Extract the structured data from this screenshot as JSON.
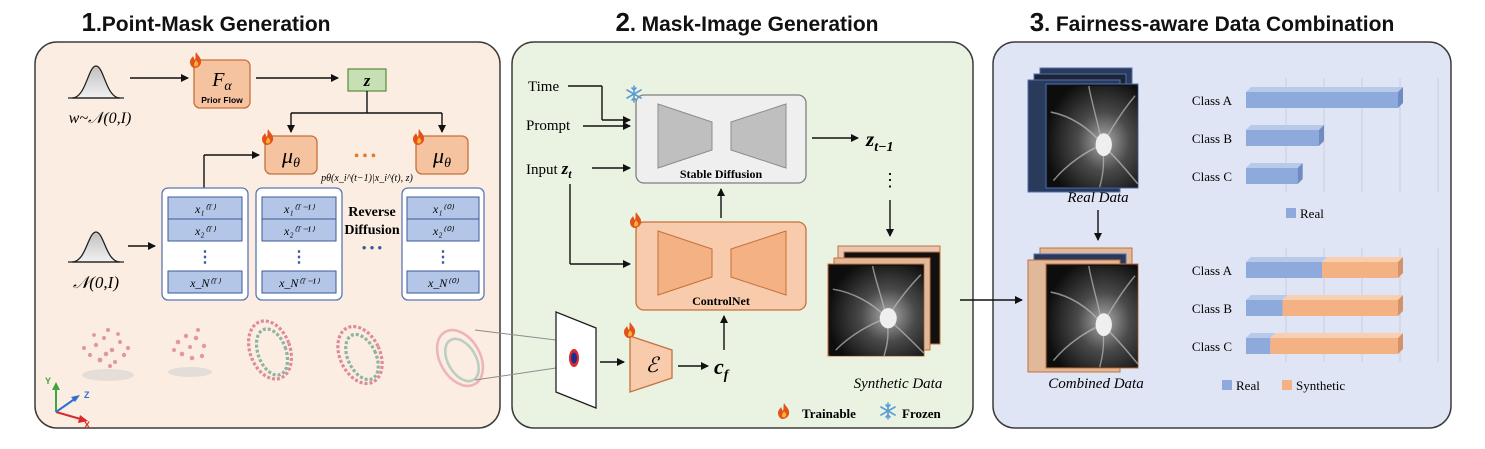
{
  "sections": [
    {
      "num": "1",
      "title": ".Point-Mask Generation"
    },
    {
      "num": "2",
      "title": ". Mask-Image Generation"
    },
    {
      "num": "3",
      "title": ". Fairness-aware Data Combination"
    }
  ],
  "panel1": {
    "w_dist": "w~𝒩(0,I)",
    "n_dist": "𝒩(0,I)",
    "flow_symbol": "F",
    "flow_sub": "α",
    "flow_caption": "Prior Flow",
    "z_label": "z",
    "mu_symbol": "μ",
    "mu_sub": "θ",
    "dots": "• • •",
    "transition": "pθ(x_i^(t−1)|x_i^(t), z)",
    "reverse_label_1": "Reverse",
    "reverse_label_2": "Diffusion",
    "columns": [
      {
        "top": [
          "x₁⁽ᵀ⁾",
          "x₂⁽ᵀ⁾"
        ],
        "bottom": "x_N⁽ᵀ⁾"
      },
      {
        "top": [
          "x₁⁽ᵀ⁻¹⁾",
          "x₂⁽ᵀ⁻¹⁾"
        ],
        "bottom": "x_N⁽ᵀ⁻¹⁾"
      },
      {
        "top": [
          "x₁⁽⁰⁾",
          "x₂⁽⁰⁾"
        ],
        "bottom": "x_N⁽⁰⁾"
      }
    ],
    "axes": {
      "y": "Y",
      "z": "Z",
      "x": "X"
    }
  },
  "panel2": {
    "inputs": [
      "Time",
      "Prompt",
      "Input"
    ],
    "input_var": "z",
    "input_sub": "t",
    "sd_label": "Stable Diffusion",
    "cn_label": "ControlNet",
    "encoder": "ℰ",
    "cf": "c",
    "cf_sub": "f",
    "output": "z",
    "output_sub": "t−1",
    "vdots": "⋮",
    "synthetic": "Synthetic Data",
    "legend": {
      "trainable": "Trainable",
      "frozen": "Frozen"
    }
  },
  "panel3": {
    "real_label": "Real Data",
    "combined_label": "Combined Data",
    "classes": [
      "Class A",
      "Class B",
      "Class C"
    ],
    "legend_real": "Real",
    "legend_synth": "Synthetic",
    "colors": {
      "real": "#8ea9db",
      "synthetic": "#f4b183"
    }
  },
  "chart_data": [
    {
      "type": "bar",
      "orientation": "horizontal",
      "categories": [
        "Class A",
        "Class B",
        "Class C"
      ],
      "series": [
        {
          "name": "Real",
          "values": [
            100,
            48,
            34
          ]
        }
      ]
    },
    {
      "type": "bar",
      "orientation": "horizontal",
      "stacked": true,
      "categories": [
        "Class A",
        "Class B",
        "Class C"
      ],
      "series": [
        {
          "name": "Real",
          "values": [
            50,
            24,
            16
          ]
        },
        {
          "name": "Synthetic",
          "values": [
            50,
            76,
            84
          ]
        }
      ]
    }
  ]
}
